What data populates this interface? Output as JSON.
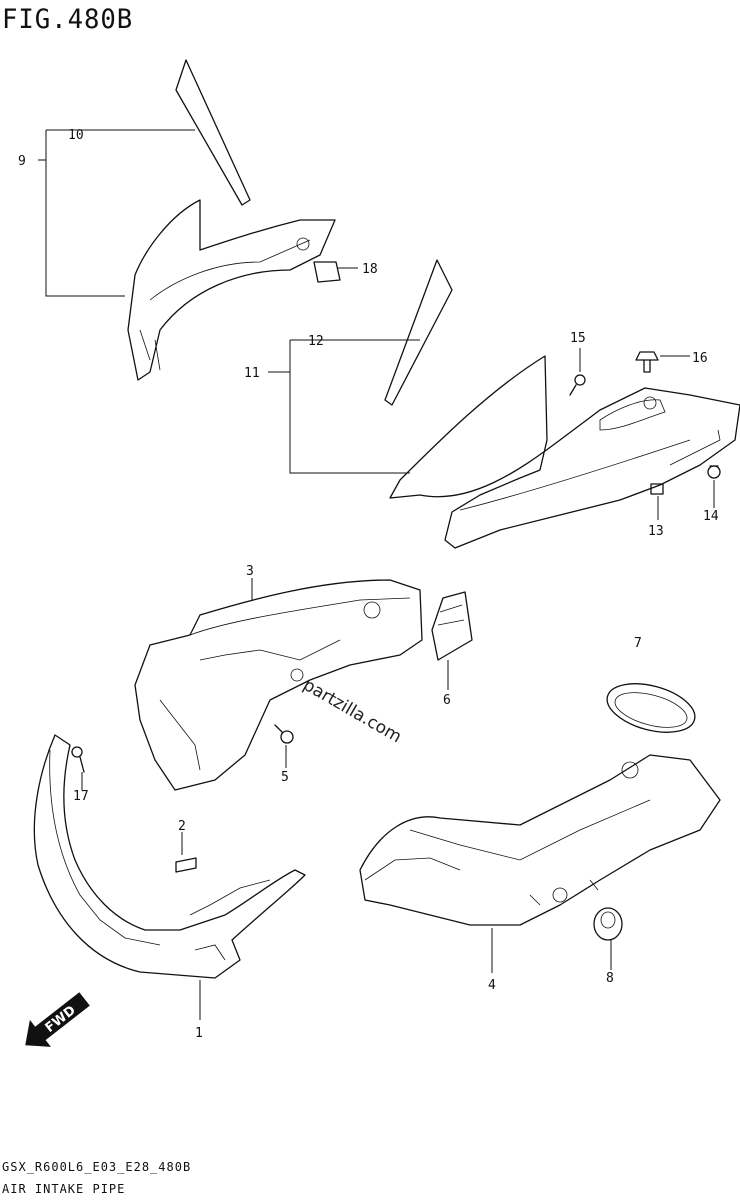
{
  "figure": {
    "title": "FIG.480B"
  },
  "callouts": [
    {
      "label": "1"
    },
    {
      "label": "2"
    },
    {
      "label": "3"
    },
    {
      "label": "4"
    },
    {
      "label": "5"
    },
    {
      "label": "6"
    },
    {
      "label": "7"
    },
    {
      "label": "8"
    },
    {
      "label": "9"
    },
    {
      "label": "10"
    },
    {
      "label": "11"
    },
    {
      "label": "12"
    },
    {
      "label": "13"
    },
    {
      "label": "14"
    },
    {
      "label": "15"
    },
    {
      "label": "16"
    },
    {
      "label": "17"
    },
    {
      "label": "18"
    }
  ],
  "watermark": "partzilla.com",
  "direction_badge": "FWD",
  "footer": {
    "code": "GSX_R600L6_E03_E28_480B",
    "caption": "AIR INTAKE PIPE"
  }
}
